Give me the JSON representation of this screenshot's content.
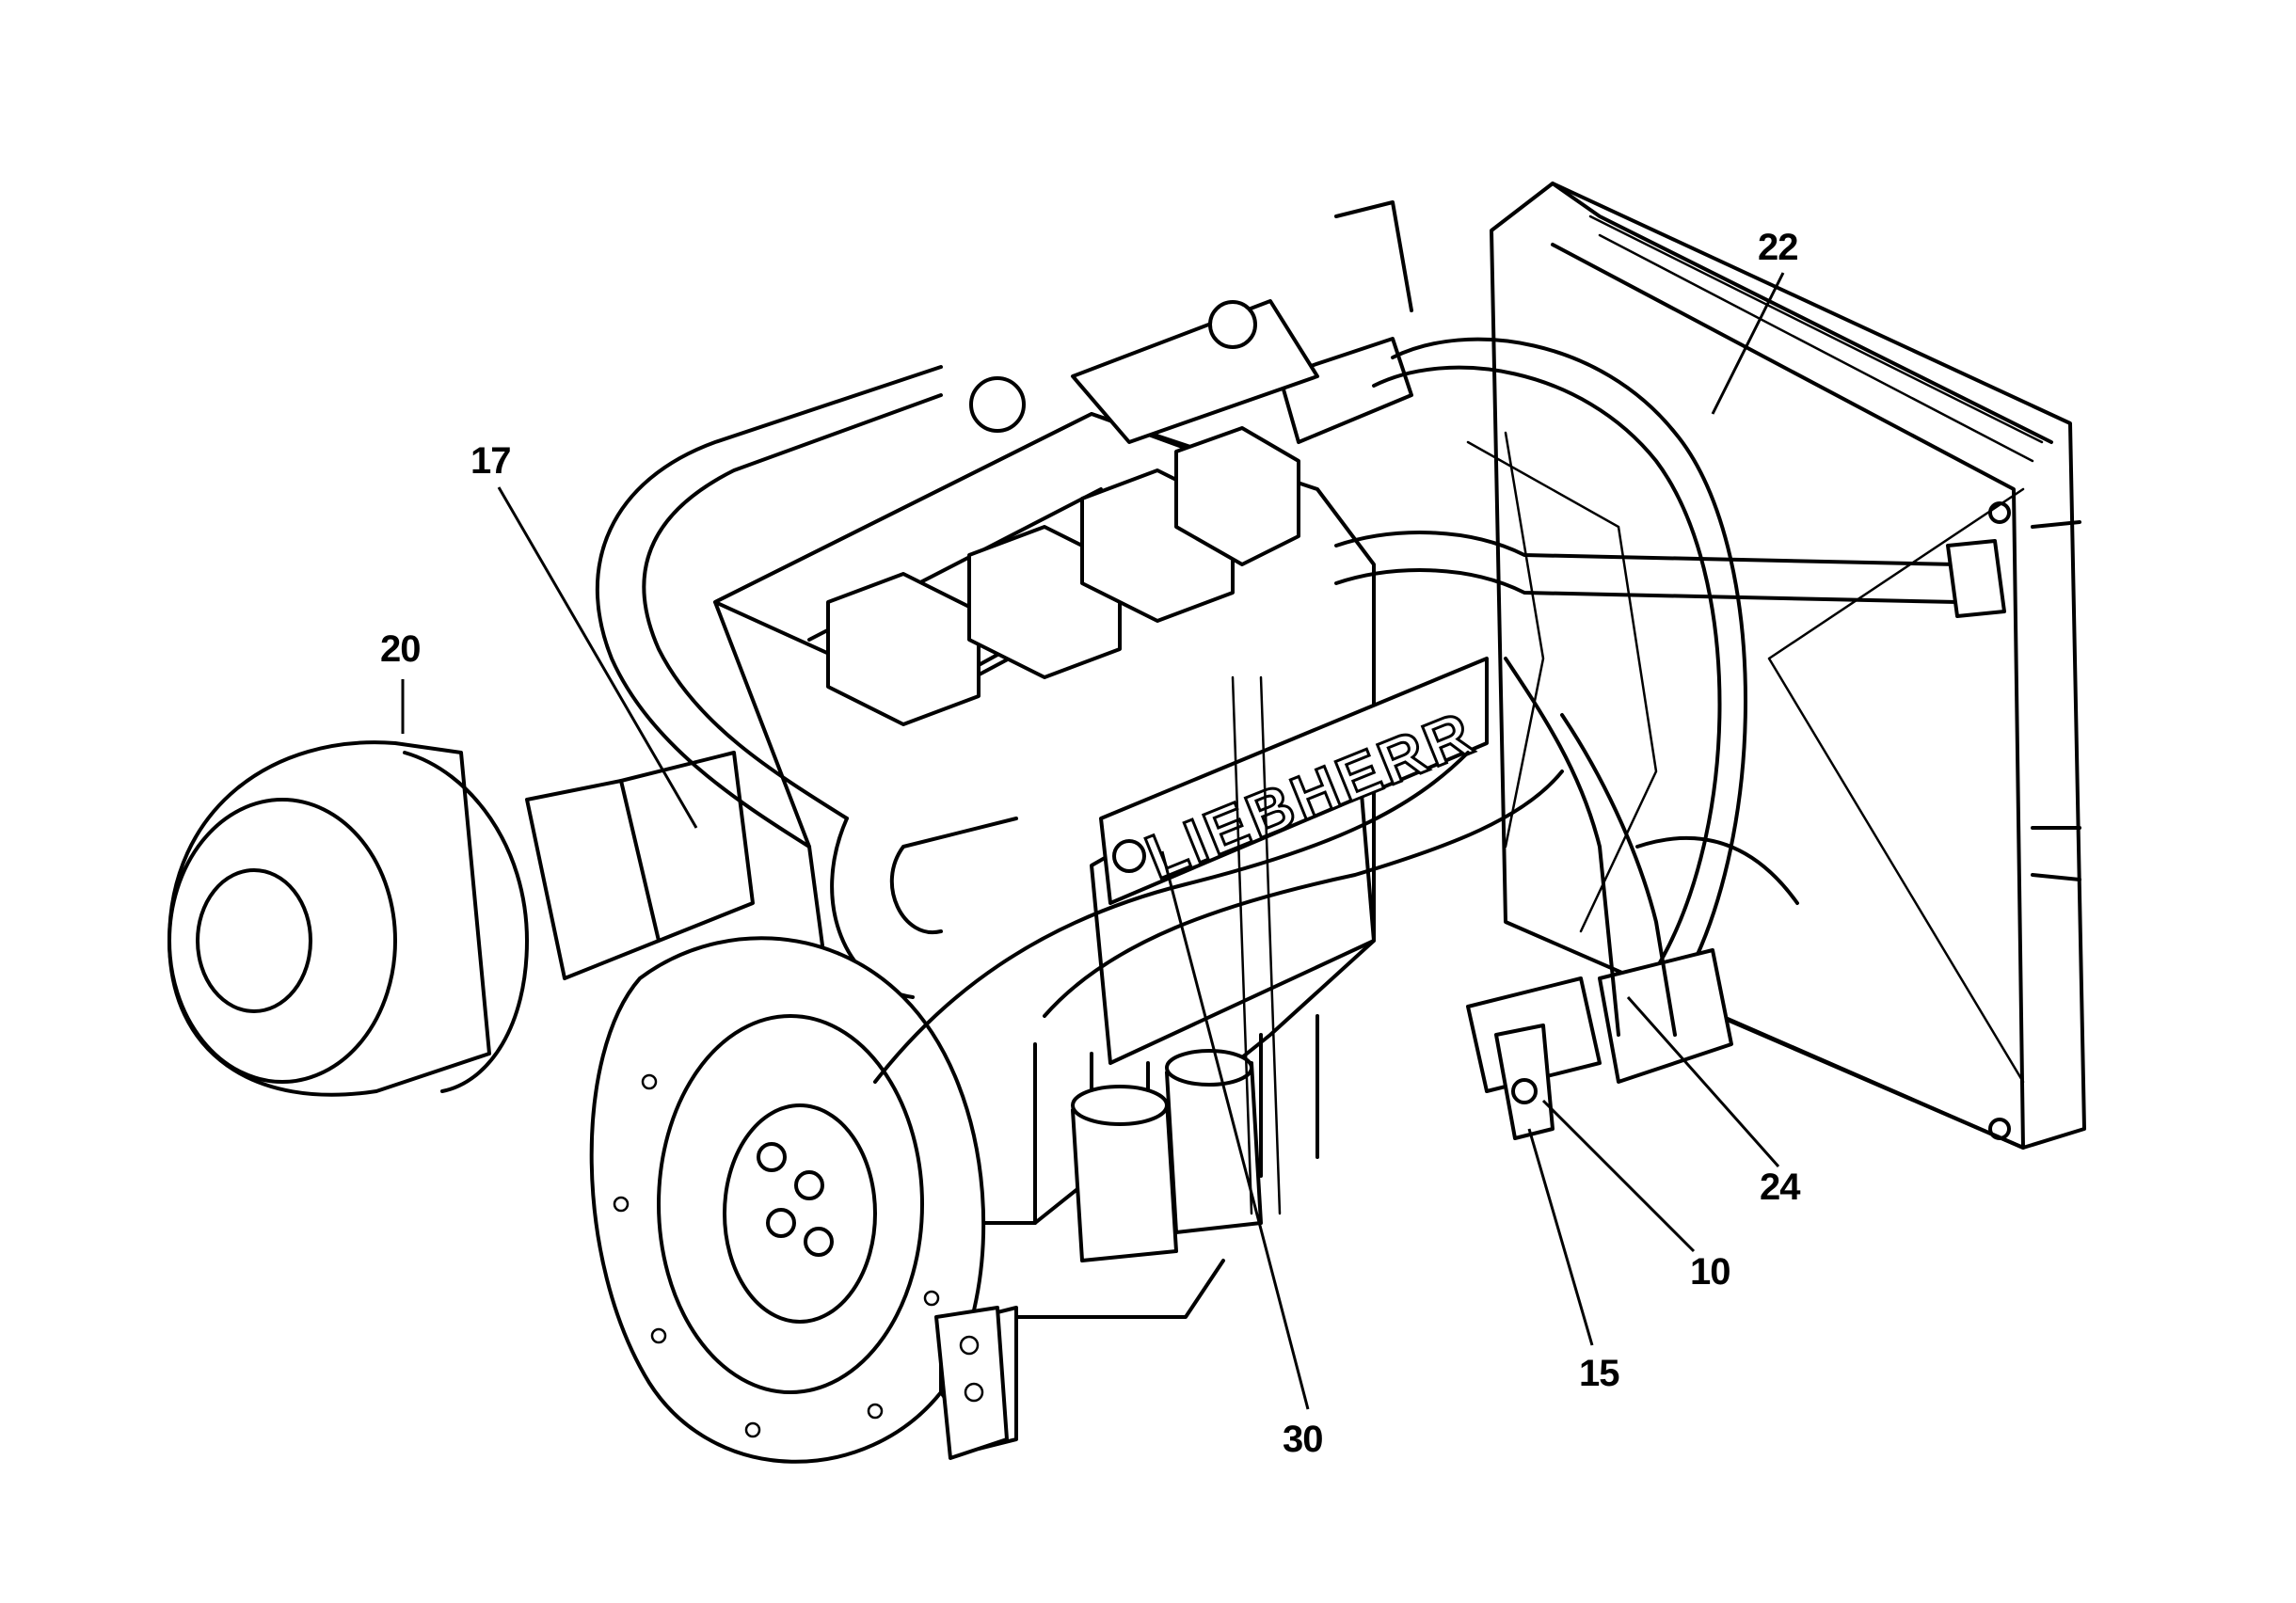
{
  "diagram": {
    "brand_text": "LIEBHERR",
    "callouts": [
      {
        "id": "callout-20",
        "label": "20"
      },
      {
        "id": "callout-17",
        "label": "17"
      },
      {
        "id": "callout-22",
        "label": "22"
      },
      {
        "id": "callout-24",
        "label": "24"
      },
      {
        "id": "callout-10",
        "label": "10"
      },
      {
        "id": "callout-15",
        "label": "15"
      },
      {
        "id": "callout-30",
        "label": "30"
      }
    ]
  }
}
